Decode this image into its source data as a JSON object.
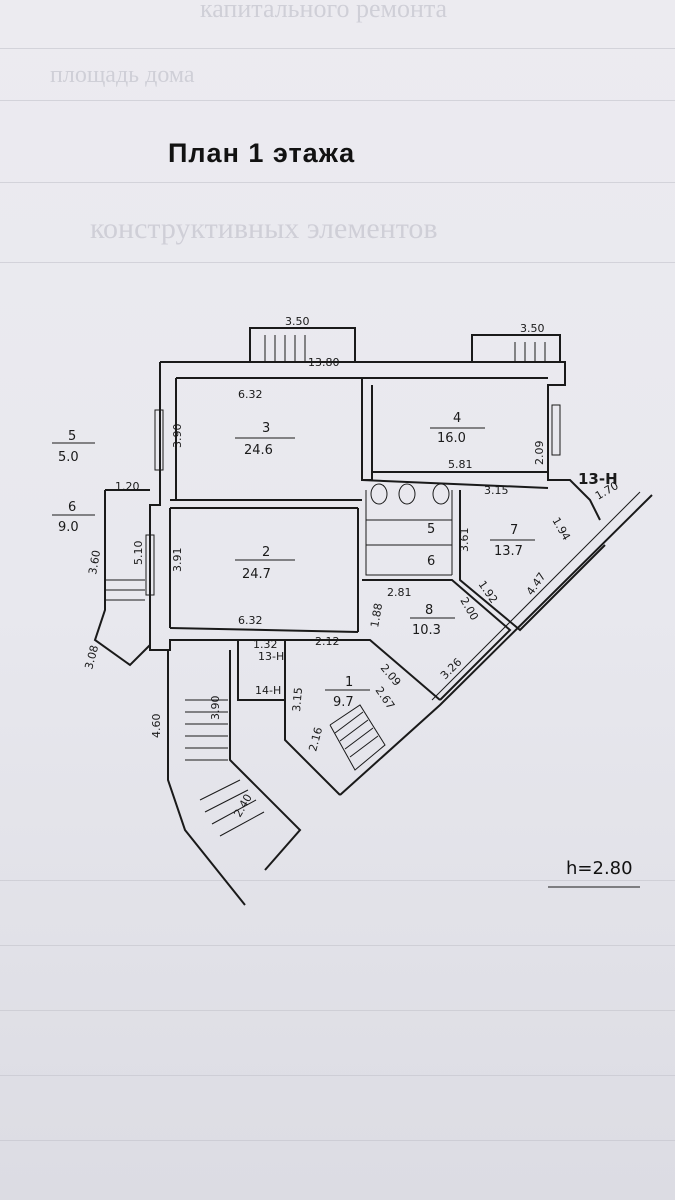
{
  "title": "План 1 этажа",
  "height": "h=2.80",
  "rooms": [
    {
      "num": "1",
      "area": "9.7"
    },
    {
      "num": "2",
      "area": "24.7"
    },
    {
      "num": "3",
      "area": "24.6"
    },
    {
      "num": "4",
      "area": "16.0"
    },
    {
      "num": "5",
      "area": ""
    },
    {
      "num": "6",
      "area": ""
    },
    {
      "num": "7",
      "area": "13.7"
    },
    {
      "num": "8",
      "area": "10.3"
    },
    {
      "num": "5",
      "area": "5.0"
    },
    {
      "num": "6",
      "area": "9.0"
    }
  ],
  "dimensions": [
    "3.50",
    "3.50",
    "13.80",
    "6.32",
    "3.90",
    "2.09",
    "5.81",
    "3.15",
    "1.94",
    "1.70",
    "1.20",
    "3.60",
    "5.10",
    "3.91",
    "3.61",
    "2.81",
    "1.88",
    "2.00",
    "1.92",
    "4.47",
    "6.32",
    "2.12",
    "1.32",
    "2.09",
    "2.67",
    "3.26",
    "3.15",
    "2.16",
    "4.60",
    "3.90",
    "2.40",
    "3.08"
  ],
  "markers": [
    "13-Н",
    "13-Н",
    "14-Н"
  ],
  "ghost_text": [
    "капитального ремонта",
    "площадь дома",
    "конструктивных элементов"
  ]
}
